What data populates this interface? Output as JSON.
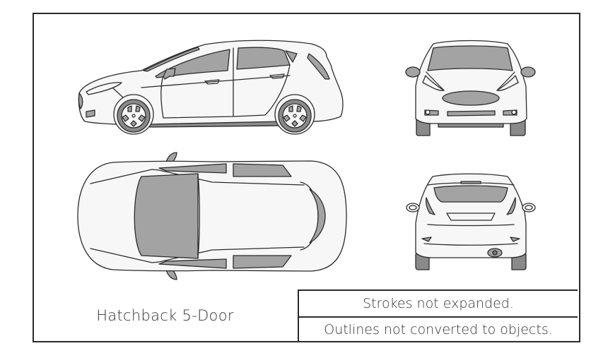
{
  "drawing": {
    "title": "Hatchback 5-Door",
    "views": [
      "side-view",
      "front-view",
      "top-view",
      "rear-view"
    ],
    "notes": [
      "Strokes not expanded.",
      "Outlines not converted to objects."
    ]
  },
  "colors": {
    "stroke": "#2b2b2b",
    "body": "#f7f7f7",
    "glass": "#a3a3a3",
    "tire": "#8a8a8a",
    "frame": "#2b2b2b"
  }
}
